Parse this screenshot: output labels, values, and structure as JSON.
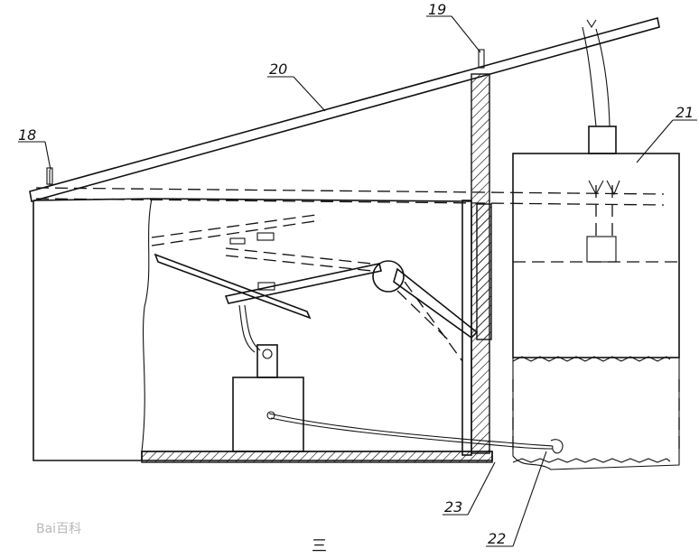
{
  "labels": {
    "l18": "18",
    "l19": "19",
    "l20": "20",
    "l21": "21",
    "l22": "22",
    "l23": "23"
  },
  "figure_caption": "三",
  "watermark": "Bai百科"
}
